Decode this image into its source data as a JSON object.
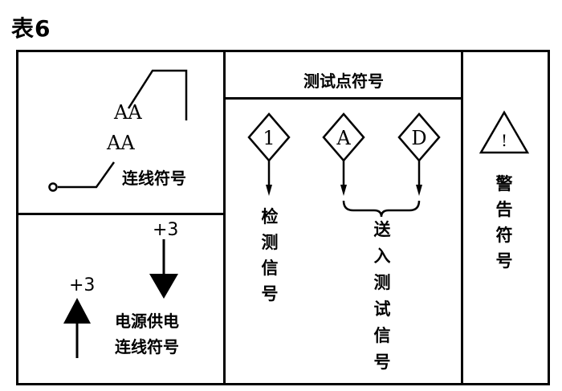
{
  "title": "表6",
  "connection_cell": {
    "text_upper": "AA",
    "text_lower": "AA",
    "label": "连线符号"
  },
  "power_cell": {
    "up_value": "+3",
    "down_value": "+3",
    "label_line1": "电源供电",
    "label_line2": "连线符号"
  },
  "test_point_cell": {
    "header": "测试点符号",
    "diamond_1": "1",
    "diamond_a": "A",
    "diamond_d": "D",
    "detect_label": [
      "检",
      "测",
      "信",
      "号"
    ],
    "send_label": [
      "送",
      "入",
      "测",
      "试",
      "信",
      "号"
    ]
  },
  "warning_cell": {
    "triangle_symbol": "!",
    "label": [
      "警",
      "告",
      "符",
      "号"
    ]
  }
}
